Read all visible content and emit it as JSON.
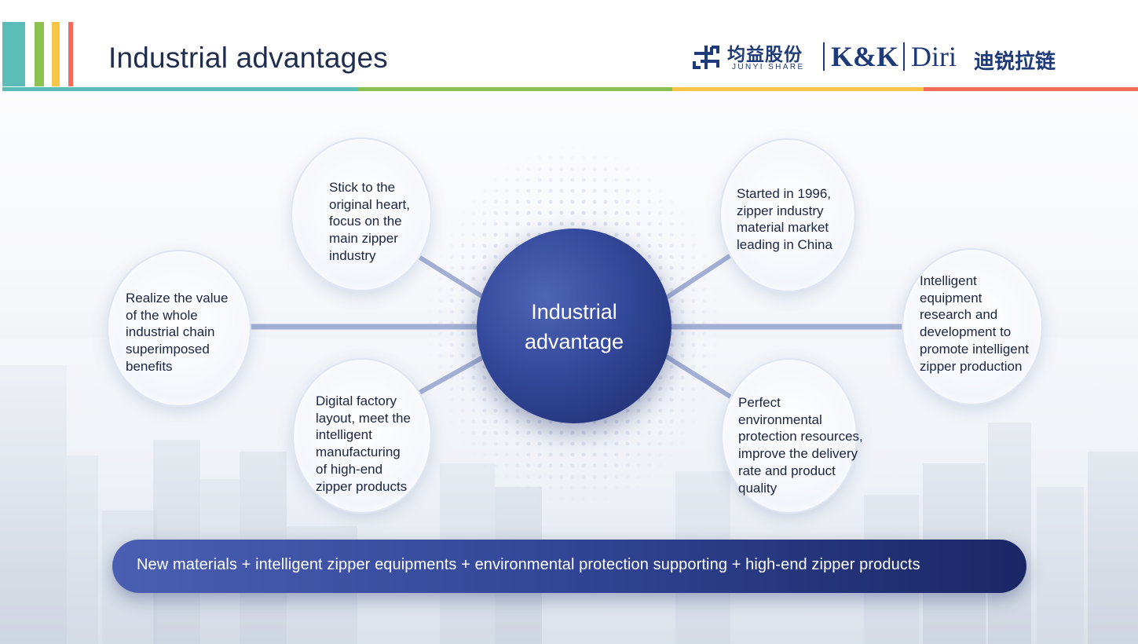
{
  "header": {
    "title": "Industrial advantages",
    "logo": {
      "name_cn": "均益股份",
      "name_en": "JUNYI SHARE",
      "brand_1": "K&K",
      "brand_2": "Diri",
      "brand_2_cn": "迪锐拉链"
    }
  },
  "diagram": {
    "center_label": "Industrial\nadvantage",
    "nodes": [
      {
        "text": "Realize the value\nof the whole\nindustrial chain\nsuperimposed\nbenefits"
      },
      {
        "text": "Stick to the\noriginal heart,\nfocus on the\nmain zipper\nindustry"
      },
      {
        "text": "Digital factory\nlayout, meet the\nintelligent\nmanufacturing\nof high-end\nzipper products"
      },
      {
        "text": "Started in 1996,\nzipper industry\nmaterial market\nleading in China"
      },
      {
        "text": "Intelligent\nequipment\nresearch and\ndevelopment to\npromote intelligent\nzipper production"
      },
      {
        "text": "Perfect\nenvironmental\nprotection resources,\nimprove the delivery\nrate and product\nquality"
      }
    ]
  },
  "footer_banner": {
    "text": "New materials + intelligent zipper equipments + environmental protection supporting + high-end zipper products"
  },
  "colors": {
    "teal": "#5bbcb8",
    "green": "#8cc152",
    "yellow": "#f7c548",
    "red": "#f26b5b",
    "navy": "#1e2d4f",
    "brand_blue": "#1e3a78"
  }
}
